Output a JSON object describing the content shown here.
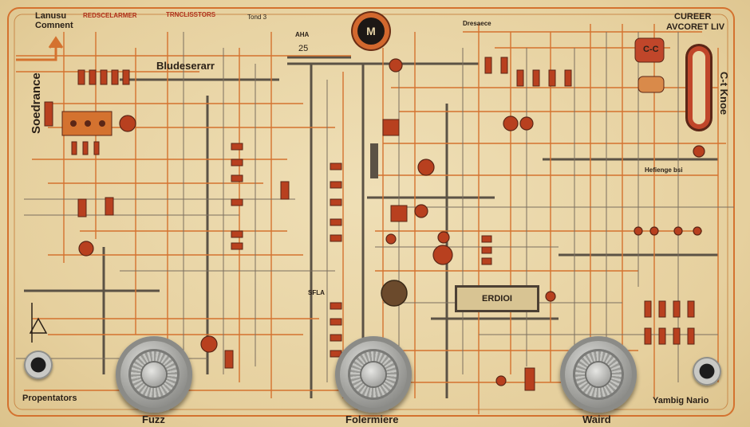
{
  "board": {
    "colors": {
      "background": "#e9d6a8",
      "trace_orange": "#d4722f",
      "trace_dark": "#5b5245",
      "component_red": "#b8401f"
    },
    "labels": {
      "top_left_1": "Lanusu",
      "top_left_2": "Comnent",
      "header_red": "REDSCELARMER",
      "header_red_2": "TRNCLISSTORS",
      "tond": "Tond 3",
      "sidebar_left": "Soedrance",
      "bludeserarr": "Bludeserarr",
      "dreseace": "Dresaece",
      "curer_1": "CUREER",
      "curer_2": "AVCORET LIV",
      "right_vertical": "C-t Knoe",
      "right_mid": "Hefienge bsi",
      "cx": "C-C",
      "n25": "25",
      "ahd": "AHA",
      "sfla": "SFLA",
      "edrod": "ERDIOI",
      "display_text": "ERDIOI",
      "propentators": "Propentators",
      "yambig_nario": "Yambig Nario",
      "fuzz": "Fuzz",
      "folermiere": "Folermiere",
      "waird": "Waird"
    },
    "knobs": [
      {
        "name": "Fuzz"
      },
      {
        "name": "Folermiere"
      },
      {
        "name": "Waird"
      }
    ],
    "logo_icon": "maze-monogram-icon"
  }
}
